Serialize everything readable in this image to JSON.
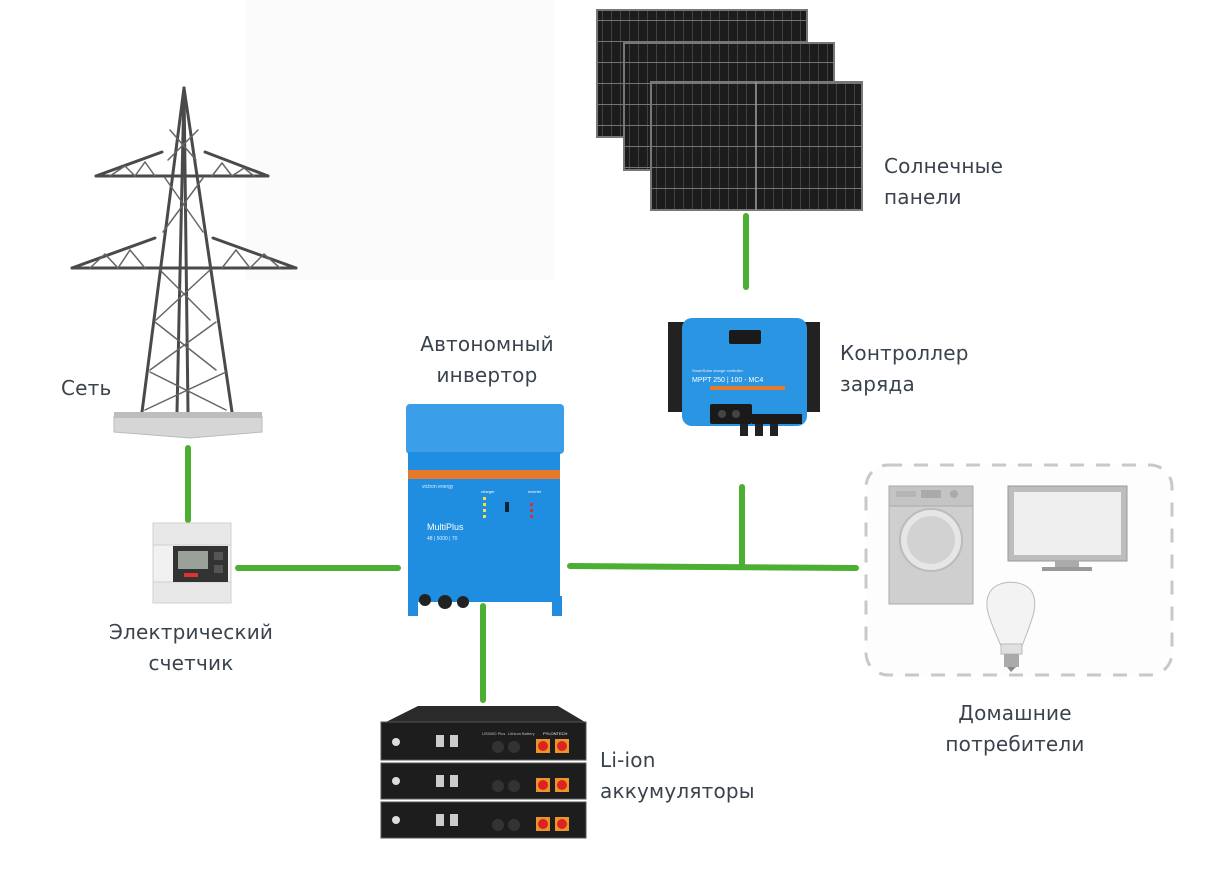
{
  "diagram": {
    "title": "Автономная солнечная электростанция",
    "colors": {
      "wire": "#4cae32",
      "text": "#3a434d",
      "victron_blue": "#1f8de0",
      "accent_orange": "#e8782a",
      "panel_dark": "#1b1b1b",
      "dashed_border": "#c8c8c8"
    },
    "nodes": {
      "grid": {
        "label_lines": [
          "Сеть"
        ],
        "icon": "power-tower-icon"
      },
      "meter": {
        "label_lines": [
          "Электрический",
          "счетчик"
        ],
        "icon": "electric-meter-icon"
      },
      "inverter": {
        "label_lines": [
          "Автономный",
          "инвертор"
        ],
        "icon": "inverter-icon",
        "device_text": {
          "brand": "victron energy",
          "model": "MultiPlus",
          "spec": "48 | 5000 | 70",
          "charger": "charger",
          "inverter": "inverter"
        }
      },
      "solar": {
        "label_lines": [
          "Солнечные",
          "панели"
        ],
        "icon": "solar-panel-icon",
        "count": 3
      },
      "controller": {
        "label_lines": [
          "Контроллер",
          "заряда"
        ],
        "icon": "charge-controller-icon",
        "device_text": {
          "brand": "victron energy",
          "series": "SmartSolar charge controller",
          "model": "MPPT 250 | 100 - MC4"
        }
      },
      "batteries": {
        "label_lines": [
          "Li-ion",
          "аккумуляторы"
        ],
        "icon": "battery-rack-icon",
        "count": 3,
        "device_text": {
          "model": "US5000 Plus",
          "type": "Lithium Battery",
          "brand": "PYLONTECH"
        }
      },
      "consumers": {
        "label_lines": [
          "Домашние",
          "потребители"
        ],
        "icons": [
          "washing-machine-icon",
          "tv-icon",
          "light-bulb-icon"
        ]
      }
    },
    "connections": [
      {
        "from": "grid",
        "to": "meter"
      },
      {
        "from": "meter",
        "to": "inverter"
      },
      {
        "from": "inverter",
        "to": "batteries"
      },
      {
        "from": "inverter",
        "to": "consumers"
      },
      {
        "from": "solar",
        "to": "controller"
      },
      {
        "from": "controller",
        "to": "consumers-bus"
      }
    ]
  }
}
